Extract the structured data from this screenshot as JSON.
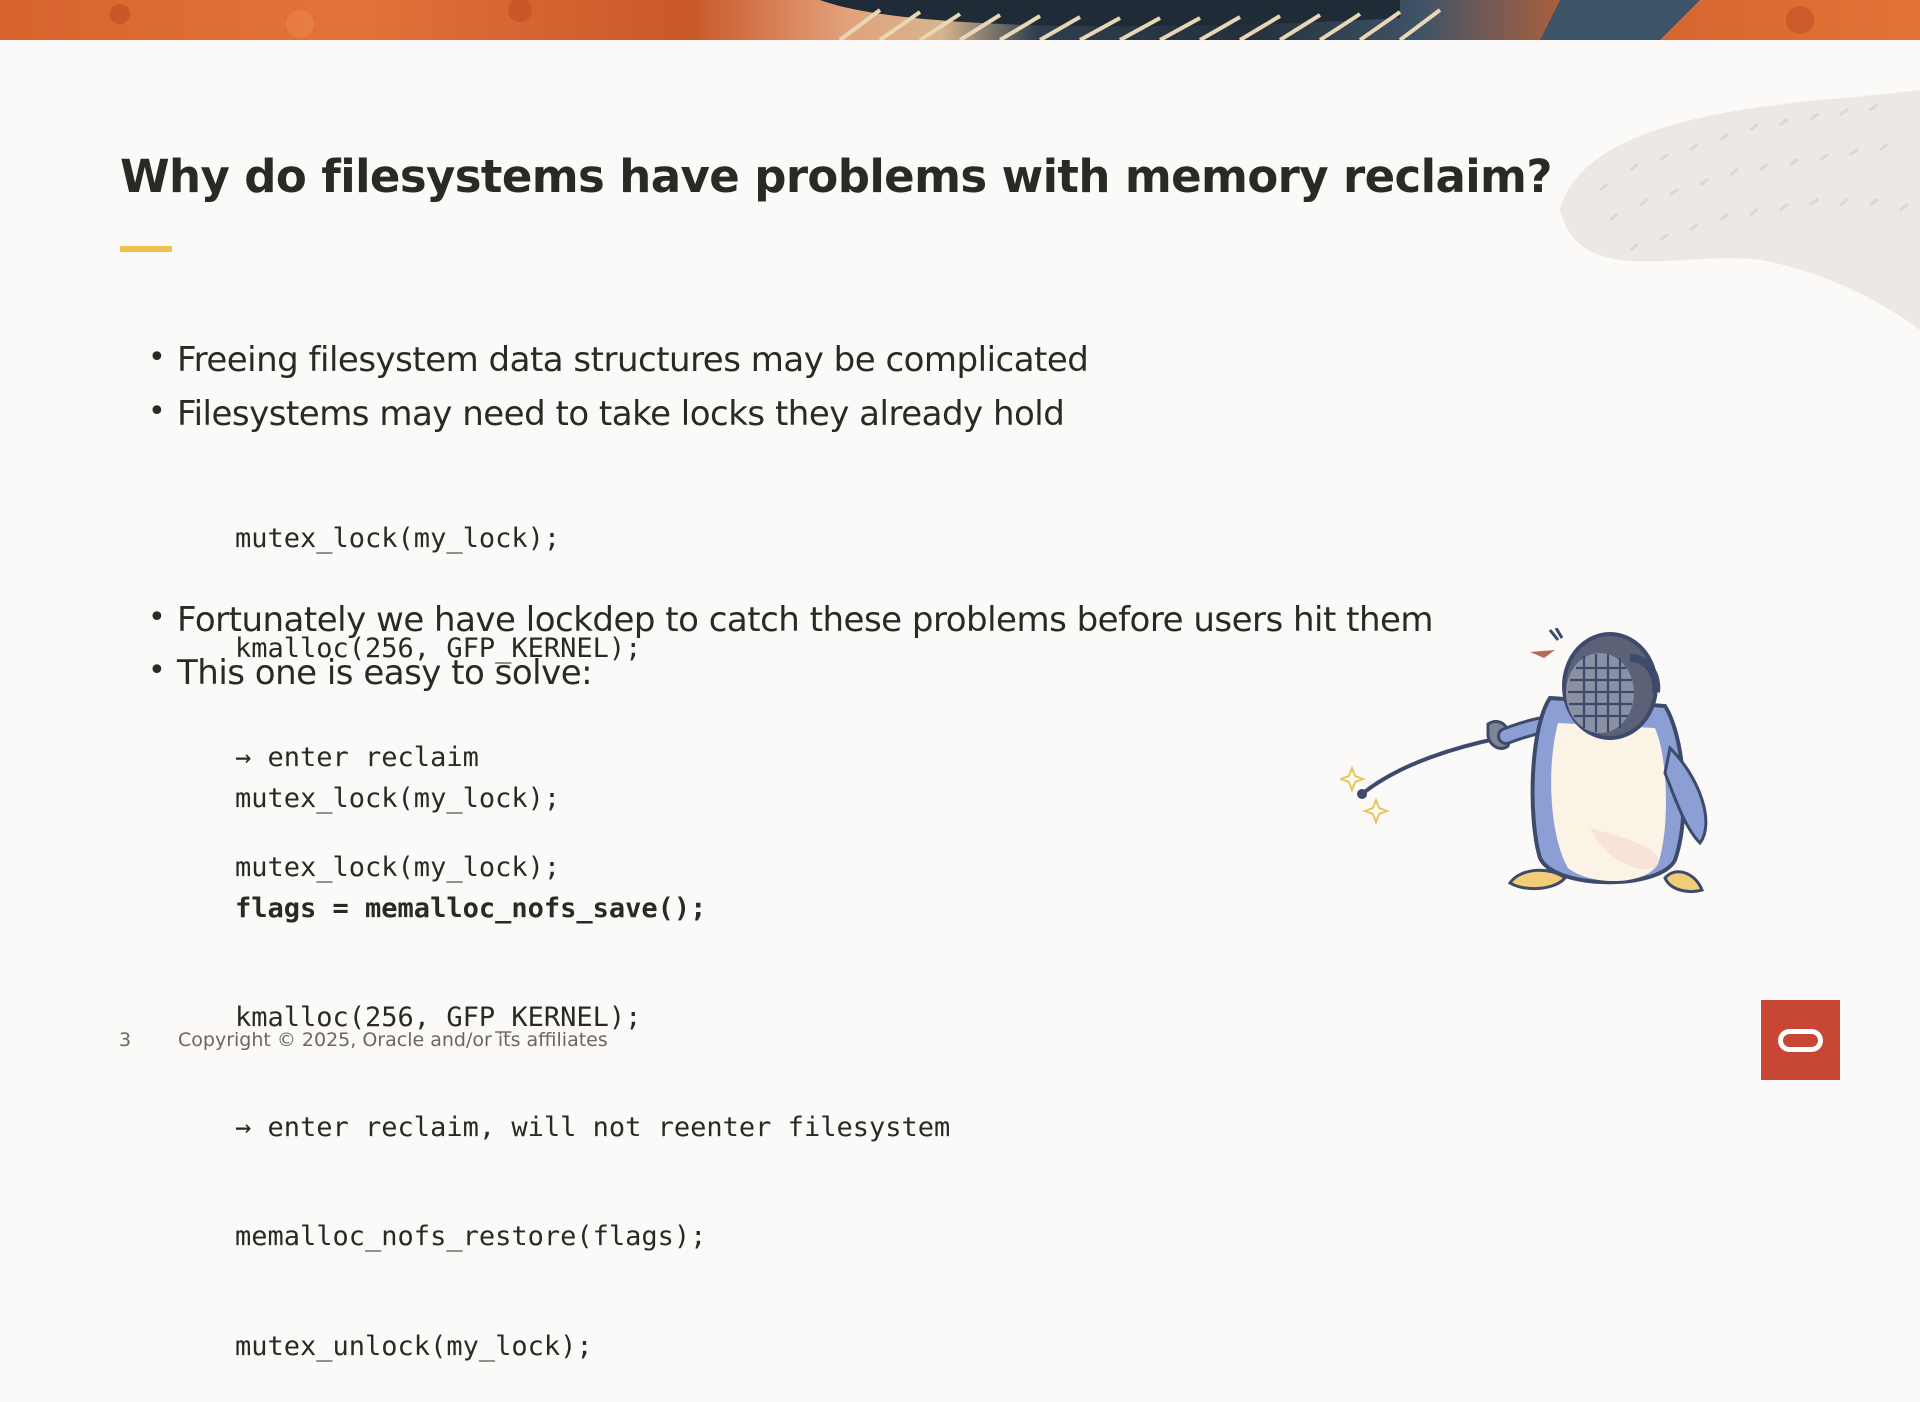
{
  "slide": {
    "title": "Why do filesystems have problems with memory reclaim?",
    "page_number": "3",
    "copyright": "Copyright © 2025, Oracle and/or its affiliates"
  },
  "bullets": [
    "Freeing filesystem data structures may be complicated",
    "Filesystems may need to take locks they already hold",
    "Fortunately we have lockdep to catch these problems before users hit them",
    "This one is easy to solve:"
  ],
  "code_block_1": [
    "mutex_lock(my_lock);",
    "kmalloc(256, GFP_KERNEL);",
    "→ enter reclaim",
    "mutex_lock(my_lock);"
  ],
  "code_block_2": [
    "mutex_lock(my_lock);",
    "flags = memalloc_nofs_save();",
    "kmalloc(256, GFP_KERNEL);",
    "→ enter reclaim, will not reenter filesystem",
    "memalloc_nofs_restore(flags);",
    "mutex_unlock(my_lock);"
  ],
  "colors": {
    "accent_bar": "#f1c14f",
    "logo_red": "#c74634",
    "background": "#fbfaf8",
    "text": "#2b2926"
  },
  "icons": {
    "illustration": "fencing-penguin-icon",
    "logo": "oracle-logo-icon"
  }
}
